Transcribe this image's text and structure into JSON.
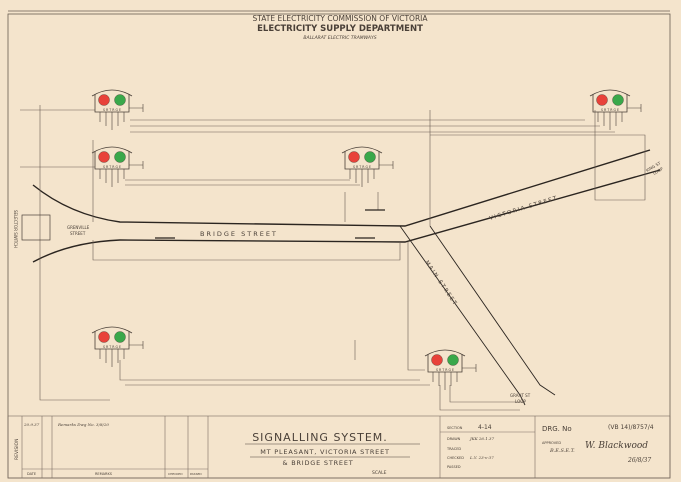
{
  "header": {
    "line1": "STATE ELECTRICITY COMMISSION OF VICTORIA",
    "line2": "ELECTRICITY SUPPLY DEPARTMENT",
    "line3": "BALLARAT ELECTRIC TRAMWAYS"
  },
  "streets": {
    "bridge": "BRIDGE STREET",
    "victoria": "VICTORIA STREET",
    "main": "MAIN STREET",
    "grenville": [
      "GRENVILLE",
      "STREET"
    ],
    "king": [
      "KING ST",
      "LOOP"
    ],
    "grant": [
      "GRANT ST",
      "LOOP"
    ],
    "selector": "SELECTOR SWITCH"
  },
  "signal_terminals": "S R T R G E",
  "colors": {
    "paper": "#f4e4cc",
    "ink": "#4a4038",
    "red": "#e8423a",
    "green": "#3aa84a"
  },
  "title_block": {
    "revision_label": "REVISION",
    "rev_date": "20.9.37",
    "rev_remark": "Remarks Dwg No. 3/8/20",
    "date_label": "DATE",
    "remarks_label": "REMARKS",
    "checked_label": "CHECKED",
    "passed_label": "PASSED",
    "title": "SIGNALLING SYSTEM.",
    "subtitle1": "MT PLEASANT, VICTORIA STREET",
    "subtitle2": "& BRIDGE STREET",
    "scale_label": "SCALE",
    "section_label": "SECTION",
    "section_value": "4-14",
    "drawn_label": "DRAWN",
    "drawn_value": "JKK   26.1.37",
    "traced_label": "TRACED",
    "checked_row_label": "CHECKED",
    "checked_value": "L.Y.  23-v-37",
    "passed_row_label": "PASSED",
    "drg_label": "DRG. No",
    "drg_value": "(VB 14)/8757/4",
    "approved_label": "APPROVED",
    "approved_by": "B.E.S.E.T.",
    "signature": "W. Blackwood",
    "signature_date": "26/8/37"
  }
}
